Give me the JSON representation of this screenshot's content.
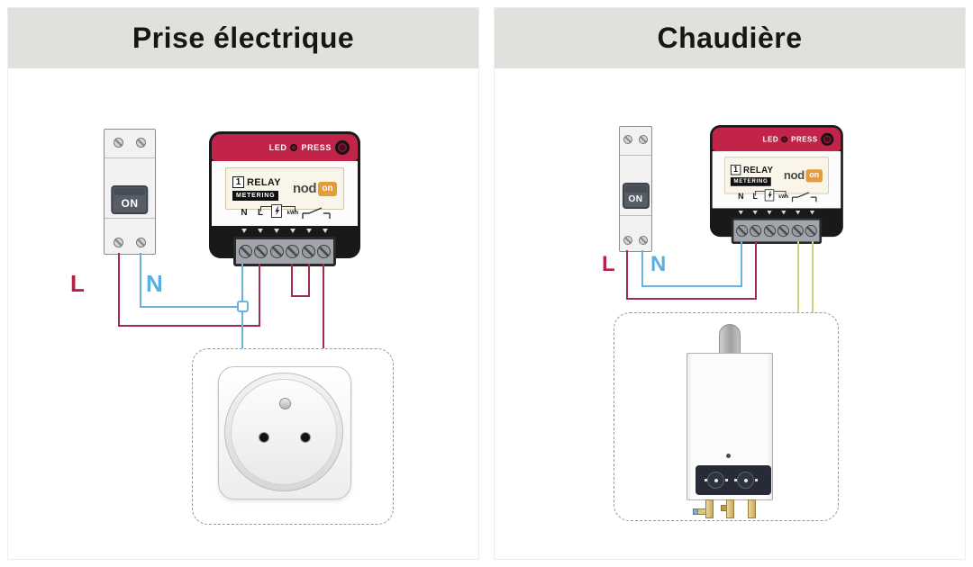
{
  "panels": [
    {
      "title": "Prise électrique"
    },
    {
      "title": "Chaudière"
    }
  ],
  "breaker": {
    "switch_label": "ON"
  },
  "relay_module": {
    "led_label": "LED",
    "press_label": "PRESS",
    "channel_number": "1",
    "relay_label": "RELAY",
    "metering_label": "METERING",
    "brand_text": "nod",
    "brand_badge_text": "on",
    "terminals": {
      "neutral": "N",
      "live": "L",
      "kwh": "kWh"
    }
  },
  "wire_labels": {
    "live": "L",
    "neutral": "N"
  },
  "colors": {
    "title_bar_bg": "#e2e0dc",
    "module_band_red": "#c22349",
    "brand_orange": "#e59b3c",
    "wire_live_red": "#a52b4b",
    "wire_neutral_blue": "#66b3dc",
    "wire_contact_yellow": "#d2cf86"
  }
}
